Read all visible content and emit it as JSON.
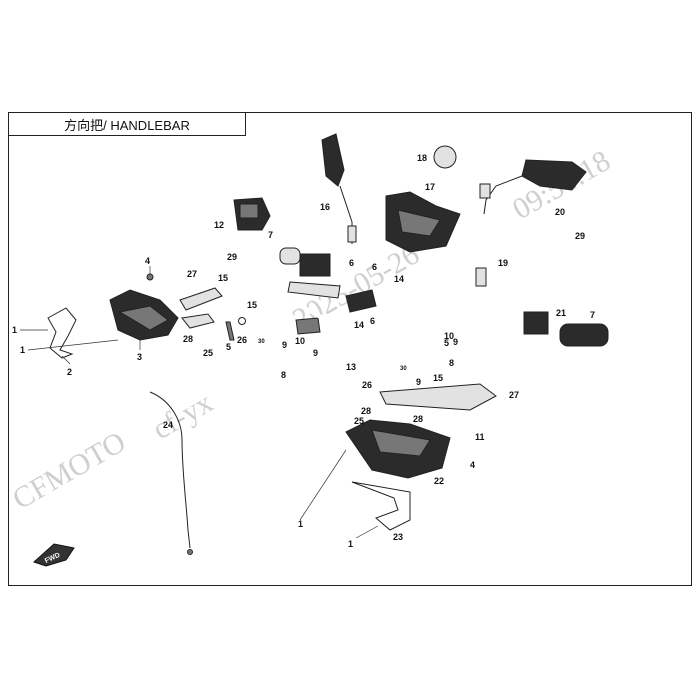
{
  "header": {
    "title": "方向把/ HANDLEBAR"
  },
  "watermark": {
    "brand": "CFMOTO",
    "user": "cf-yx",
    "date": "2025-05-26",
    "time": "09:54:18"
  },
  "fwd_label": "FWD",
  "callouts": {
    "c1a": "1",
    "c1b": "1",
    "c1c": "1",
    "c1d": "1",
    "c2": "2",
    "c3": "3",
    "c4a": "4",
    "c4b": "4",
    "c5a": "5",
    "c5b": "5",
    "c6a": "6",
    "c6b": "6",
    "c6c": "6",
    "c7a": "7",
    "c7b": "7",
    "c8a": "8",
    "c8b": "8",
    "c9a": "9",
    "c9b": "9",
    "c9c": "9",
    "c9d": "9",
    "c10a": "10",
    "c10b": "10",
    "c11": "11",
    "c12": "12",
    "c13": "13",
    "c14a": "14",
    "c14b": "14",
    "c15a": "15",
    "c15b": "15",
    "c15c": "15",
    "c16": "16",
    "c17": "17",
    "c18": "18",
    "c19": "19",
    "c20": "20",
    "c21": "21",
    "c22": "22",
    "c23": "23",
    "c24": "24",
    "c25a": "25",
    "c25b": "25",
    "c26a": "26",
    "c26b": "26",
    "c27a": "27",
    "c27b": "27",
    "c28a": "28",
    "c28b": "28",
    "c28c": "28",
    "c29a": "29",
    "c29b": "29",
    "c30a": "30",
    "c30b": "30"
  }
}
